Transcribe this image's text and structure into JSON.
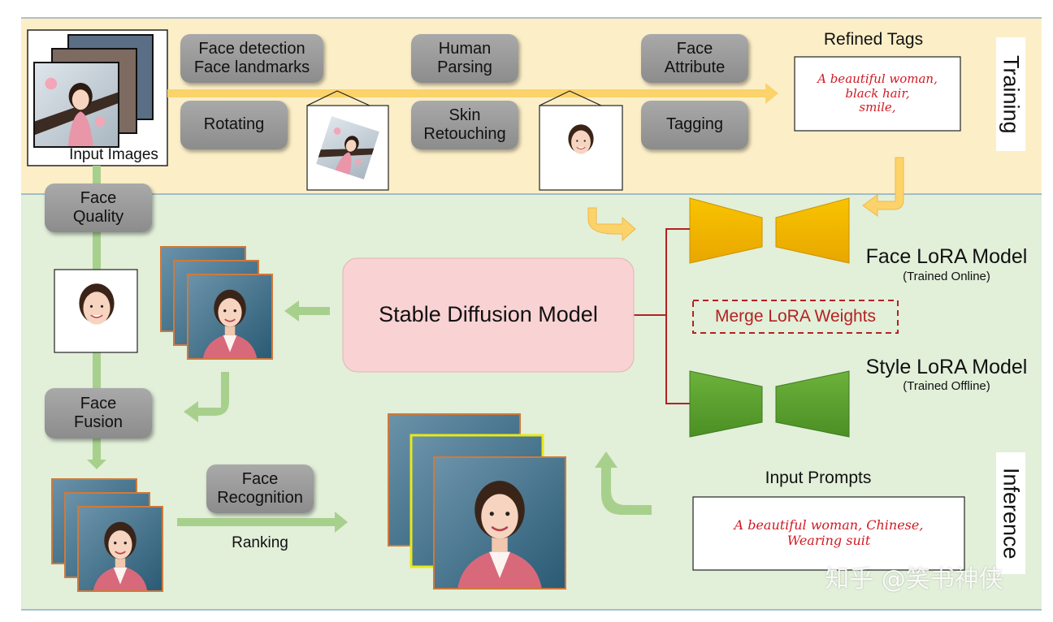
{
  "sections": {
    "training_label": "Training",
    "inference_label": "Inference"
  },
  "labels": {
    "input_images": "Input Images",
    "refined_tags_title": "Refined Tags",
    "ranking": "Ranking",
    "input_prompts_title": "Input Prompts",
    "face_lora": "Face LoRA Model",
    "face_lora_sub": "(Trained Online)",
    "style_lora": "Style LoRA Model",
    "style_lora_sub": "(Trained Offline)",
    "merge": "Merge LoRA Weights",
    "stable_diffusion": "Stable Diffusion Model",
    "watermark": "知乎 @笑书神侠"
  },
  "steps": {
    "face_detection": "Face detection\nFace landmarks",
    "rotating": "Rotating",
    "human_parsing": "Human\nParsing",
    "skin_retouching": "Skin\nRetouching",
    "face_attribute": "Face\nAttribute",
    "tagging": "Tagging",
    "face_quality": "Face\nQuality",
    "face_fusion": "Face\nFusion",
    "face_recognition": "Face\nRecognition"
  },
  "texts": {
    "refined_tags": "A beautiful woman,\nblack hair,\nsmile,",
    "input_prompts": "A beautiful woman, Chinese,\nWearing suit"
  },
  "colors": {
    "training_bg": "#fcefc8",
    "inference_bg": "#e2efd9",
    "arrow_yellow": "#fcd36a",
    "arrow_green": "#a8d08d",
    "face_lora": "#f2b400",
    "style_lora": "#5aa02c",
    "sd_box": "#f9d2d3",
    "red_line": "#b22222",
    "step_gray": "#9b9b9b"
  }
}
